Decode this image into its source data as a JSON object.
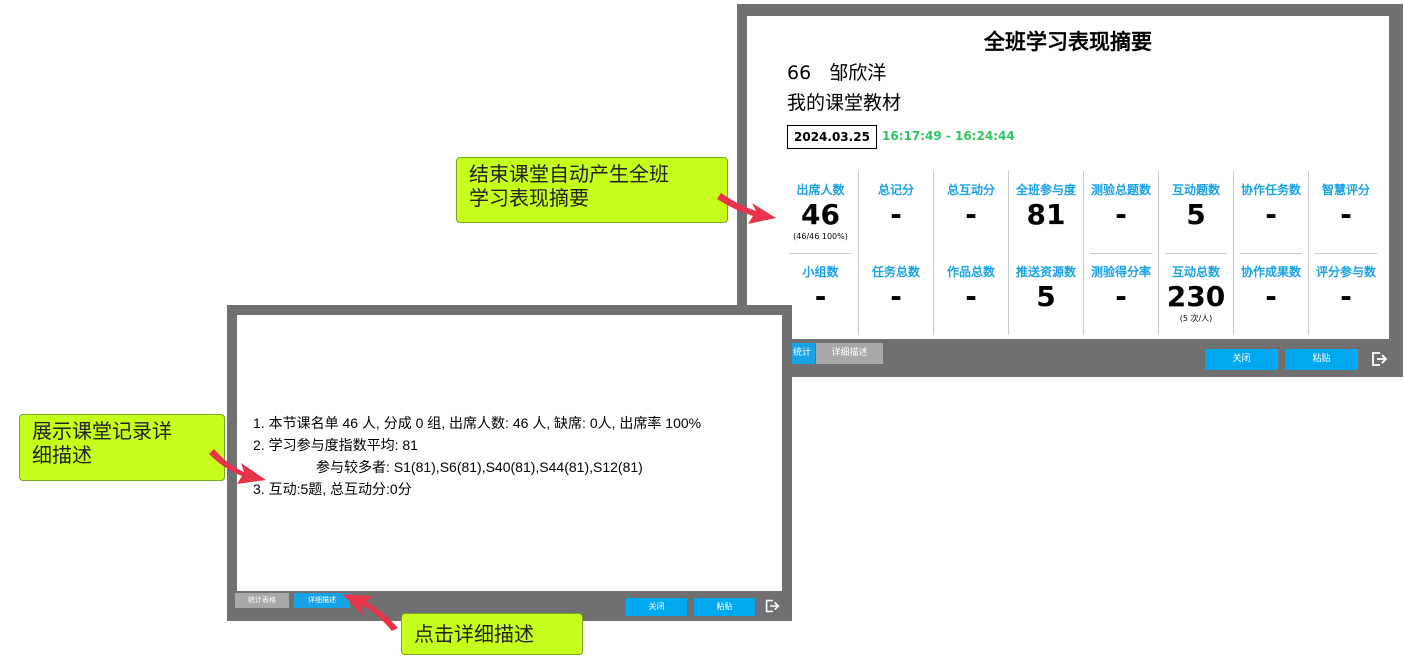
{
  "summary": {
    "title": "全班学习表现摘要",
    "student_id": "66",
    "student_name": "邹欣洋",
    "material": "我的课堂教材",
    "date": "2024.03.25",
    "time_range": "16:17:49 - 16:24:44",
    "stats": [
      {
        "label": "出席人数",
        "value": "46",
        "sub": "(46/46 100%)"
      },
      {
        "label": "总记分",
        "value": "-"
      },
      {
        "label": "总互动分",
        "value": "-"
      },
      {
        "label": "全班参与度",
        "value": "81"
      },
      {
        "label": "测验总题数",
        "value": "-"
      },
      {
        "label": "互动题数",
        "value": "5"
      },
      {
        "label": "协作任务数",
        "value": "-"
      },
      {
        "label": "智慧评分",
        "value": "-"
      },
      {
        "label": "小组数",
        "value": "-"
      },
      {
        "label": "任务总数",
        "value": "-"
      },
      {
        "label": "作品总数",
        "value": "-"
      },
      {
        "label": "推送资源数",
        "value": "5"
      },
      {
        "label": "测验得分率",
        "value": "-"
      },
      {
        "label": "互动总数",
        "value": "230",
        "sub": "(5 次/人)"
      },
      {
        "label": "协作成果数",
        "value": "-"
      },
      {
        "label": "评分参与数",
        "value": "-"
      }
    ],
    "tab_stats": "统计表格",
    "tab_detail": "详细描述",
    "close_label": "关闭",
    "paste_label": "粘贴"
  },
  "detail": {
    "lines": [
      "1. 本节课名单 46 人, 分成 0 组, 出席人数: 46 人, 缺席: 0人, 出席率 100%",
      "2. 学习参与度指数平均: 81",
      "参与较多者: S1(81),S6(81),S40(81),S44(81),S12(81)",
      "3. 互动:5题, 总互动分:0分"
    ],
    "tab_stats": "统计表格",
    "tab_detail": "详细描述",
    "close_label": "关闭",
    "paste_label": "粘贴"
  },
  "callouts": {
    "summary_line1": "结束课堂自动产生全班",
    "summary_line2": "学习表现摘要",
    "detail_line1": "展示课堂记录详",
    "detail_line2": "细描述",
    "click_tab": "点击详细描述"
  },
  "colors": {
    "accent_blue": "#1aa2e6",
    "button_blue": "#00a8f0",
    "time_green": "#2ec45f",
    "callout_fill": "#c7ff1c",
    "arrow_red": "#e8344a"
  }
}
